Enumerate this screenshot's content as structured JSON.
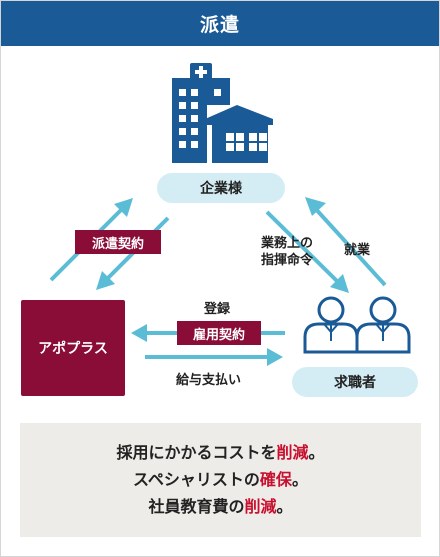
{
  "header": {
    "title": "派遣"
  },
  "nodes": {
    "company": "企業様",
    "agency": "アポプラス",
    "seeker": "求職者"
  },
  "labels": {
    "dispatch_contract": "派遣契約",
    "employment_contract": "雇用契約",
    "work_command_line1": "業務上の",
    "work_command_line2": "指揮命令",
    "employment": "就業",
    "registration": "登録",
    "salary": "給与支払い"
  },
  "icons": [
    "building-icon",
    "person-icon"
  ],
  "colors": {
    "header_blue": "#1a5a96",
    "maroon": "#8a0d38",
    "pill_blue": "#d4edf4",
    "arrow_blue": "#5bbcd6",
    "emphasis_red": "#c8102e",
    "summary_bg": "#eeece9"
  },
  "summary": {
    "line1": {
      "before": "採用にかかるコストを",
      "emphasis": "削減",
      "after": "。"
    },
    "line2": {
      "before": "スペシャリストの",
      "emphasis": "確保",
      "after": "。"
    },
    "line3": {
      "before": "社員教育費の",
      "emphasis": "削減",
      "after": "。"
    }
  }
}
